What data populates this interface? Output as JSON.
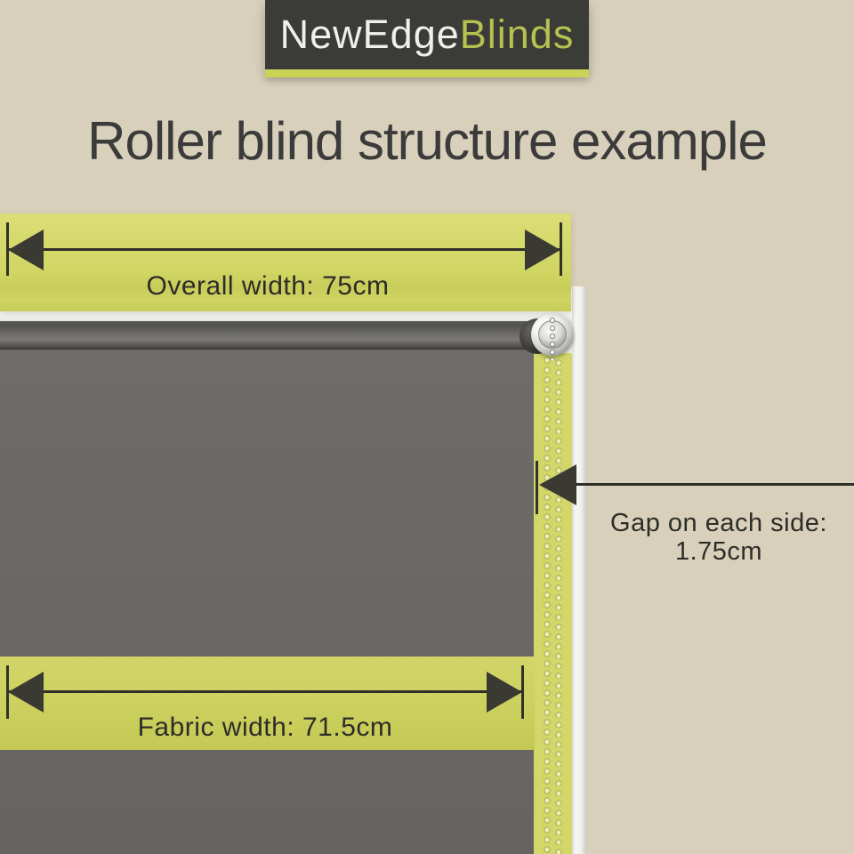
{
  "brand": {
    "name_primary": "NewEdge",
    "name_accent": "Blinds"
  },
  "title": "Roller blind structure example",
  "measurements": {
    "overall_width": {
      "label": "Overall width: 75cm",
      "value_cm": 75
    },
    "fabric_width": {
      "label": "Fabric width: 71.5cm",
      "value_cm": 71.5
    },
    "side_gap": {
      "label_line1": "Gap on each side:",
      "label_line2": "1.75cm",
      "value_cm": 1.75
    }
  },
  "icons": {
    "dimension_arrow": "double-headed-measurement-arrow",
    "gap_arrow": "left-pointing-measurement-arrow",
    "roller_control": "chrome-chain-control-bracket",
    "bead_chain": "vertical-bead-chain"
  },
  "colors": {
    "background": "#d9d0bc",
    "accent_green": "#d3d766",
    "logo_bar_green": "#c9d455",
    "logo_box_dark": "#3b3b38",
    "brand_accent_text": "#b5c24f",
    "blind_gray": "#6b6966",
    "annotation_dark": "#32322c",
    "frame_white": "#f3f2ee"
  }
}
